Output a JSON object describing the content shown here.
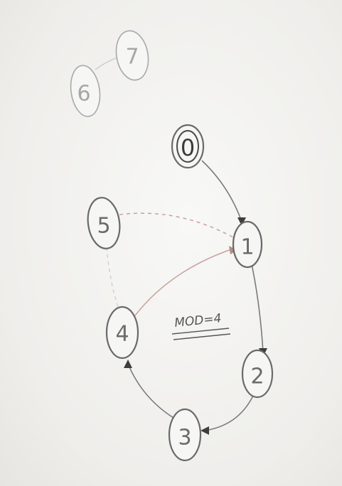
{
  "nodes": [
    {
      "id": "n0",
      "label": "0"
    },
    {
      "id": "n1",
      "label": "1"
    },
    {
      "id": "n2",
      "label": "2"
    },
    {
      "id": "n3",
      "label": "3"
    },
    {
      "id": "n4",
      "label": "4"
    },
    {
      "id": "n5",
      "label": "5"
    },
    {
      "id": "n6",
      "label": "6"
    },
    {
      "id": "n7",
      "label": "7"
    }
  ],
  "edges": [
    {
      "from": "n0",
      "to": "n1",
      "style": "solid"
    },
    {
      "from": "n1",
      "to": "n2",
      "style": "solid"
    },
    {
      "from": "n2",
      "to": "n3",
      "style": "solid"
    },
    {
      "from": "n3",
      "to": "n4",
      "style": "solid"
    },
    {
      "from": "n4",
      "to": "n1",
      "style": "solid-red"
    },
    {
      "from": "n5",
      "to": "n1",
      "style": "dashed-red"
    },
    {
      "from": "n5",
      "to": "n4",
      "style": "dashed-faint"
    },
    {
      "from": "n6",
      "to": "n7",
      "style": "solid-faint"
    }
  ],
  "note": {
    "text": "MOD=4"
  }
}
